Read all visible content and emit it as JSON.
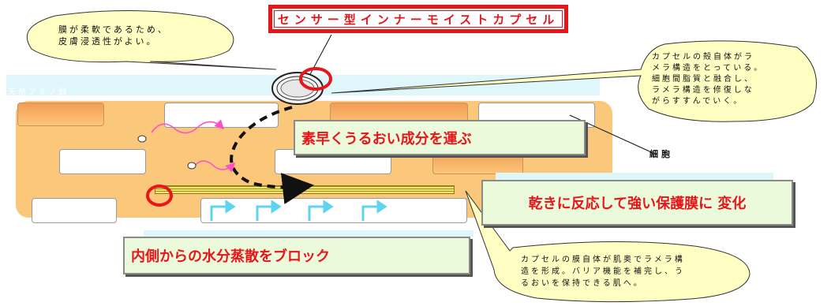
{
  "title": "センサー型インナーモイストカプセル",
  "callouts": {
    "membrane_soft": "膜が柔軟であるため、\n皮膚浸透性がよい。",
    "lamella_shell": "カプセルの殻自体がラ\nメラ構造をとっている。\n細胞間脂質と融合し、\nラメラ構造を修復しな\nがらすすんでいく。",
    "barrier": "カプセルの膜自体が肌奥でラメラ構\n造を形成。バリア機能を補完し、う\nるおいを保持できる肌へ。"
  },
  "labels": {
    "amino": "天然アミノ酸",
    "cell": "細胞"
  },
  "boxes": {
    "transport": "素早くうるおい成分を運ぶ",
    "protect": "乾きに反応して強い保護膜に 変化",
    "block": "内側からの水分蒸散をブロック"
  },
  "colors": {
    "accent": "#e8161b",
    "skin": "#fbc77a",
    "cell_orange": "#f39c55",
    "callout_fill": "#ffffc4",
    "box_fill": "#ebfadb",
    "cyan": "#dff6fb",
    "arrow_pink": "#ff4fc8",
    "arrow_cyan": "#5fd3f0"
  }
}
